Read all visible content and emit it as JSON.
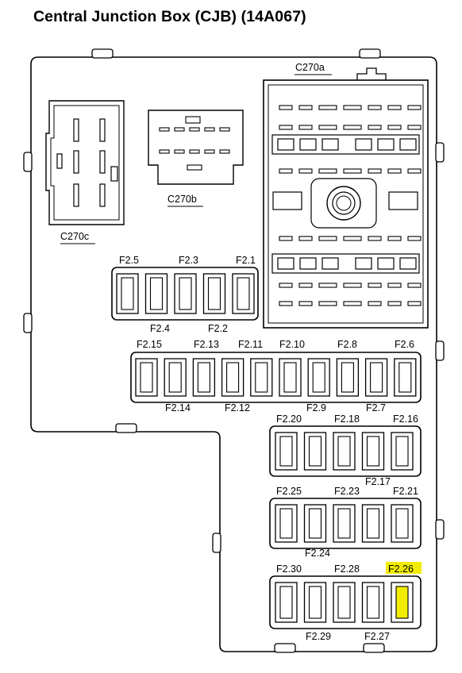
{
  "title": "Central Junction Box (CJB) (14A067)",
  "connectors": {
    "c270a": "C270a",
    "c270b": "C270b",
    "c270c": "C270c"
  },
  "fuses": {
    "f2_1": "F2.1",
    "f2_2": "F2.2",
    "f2_3": "F2.3",
    "f2_4": "F2.4",
    "f2_5": "F2.5",
    "f2_6": "F2.6",
    "f2_7": "F2.7",
    "f2_8": "F2.8",
    "f2_9": "F2.9",
    "f2_10": "F2.10",
    "f2_11": "F2.11",
    "f2_12": "F2.12",
    "f2_13": "F2.13",
    "f2_14": "F2.14",
    "f2_15": "F2.15",
    "f2_16": "F2.16",
    "f2_17": "F2.17",
    "f2_18": "F2.18",
    "f2_20": "F2.20",
    "f2_21": "F2.21",
    "f2_23": "F2.23",
    "f2_24": "F2.24",
    "f2_25": "F2.25",
    "f2_26": "F2.26",
    "f2_27": "F2.27",
    "f2_28": "F2.28",
    "f2_29": "F2.29",
    "f2_30": "F2.30"
  },
  "highlight": {
    "fuse": "F2.26",
    "color": "#f2ec00"
  }
}
